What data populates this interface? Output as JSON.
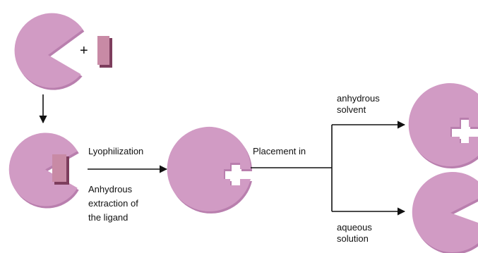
{
  "diagram": {
    "plus_symbol": "+",
    "step_lyophilization": "Lyophilization",
    "step_extraction": [
      "Anhydrous",
      "extraction of",
      "the ligand"
    ],
    "step_placement": "Placement in",
    "branch_anhydrous": [
      "anhydrous",
      "solvent"
    ],
    "branch_aqueous": [
      "aqueous",
      "solution"
    ]
  },
  "colors": {
    "protein_fill": "#d19bc4",
    "protein_shadow": "#b97fae",
    "ligand_fill": "#c88aa5",
    "ligand_shadow": "#7d3d5d",
    "arrow": "#111111"
  }
}
